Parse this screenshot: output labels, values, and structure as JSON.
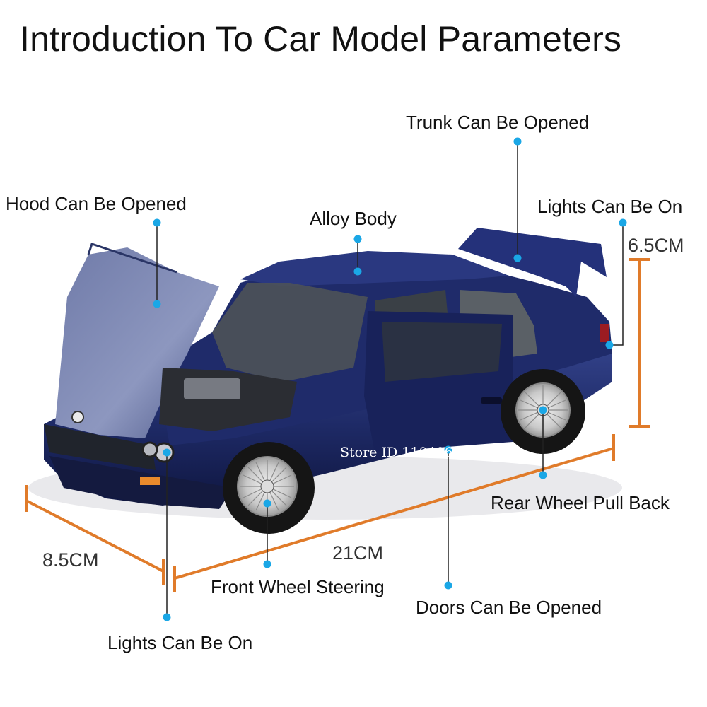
{
  "title": "Introduction To Car Model Parameters",
  "labels": {
    "trunk": "Trunk Can Be Opened",
    "hood": "Hood Can Be Opened",
    "body": "Alloy Body",
    "rear_lights": "Lights Can Be On",
    "rear_wheel": "Rear Wheel Pull Back",
    "front_wheel": "Front Wheel Steering",
    "doors": "Doors Can Be Opened",
    "front_lights": "Lights Can Be On"
  },
  "dimensions": {
    "height": "6.5CM",
    "width": "8.5CM",
    "length": "21CM"
  },
  "watermark": "Store ID 1104069607",
  "colors": {
    "car_body": "#1e2a66",
    "dimension_line": "#e07b2a",
    "callout_dot": "#1aa7e6"
  }
}
